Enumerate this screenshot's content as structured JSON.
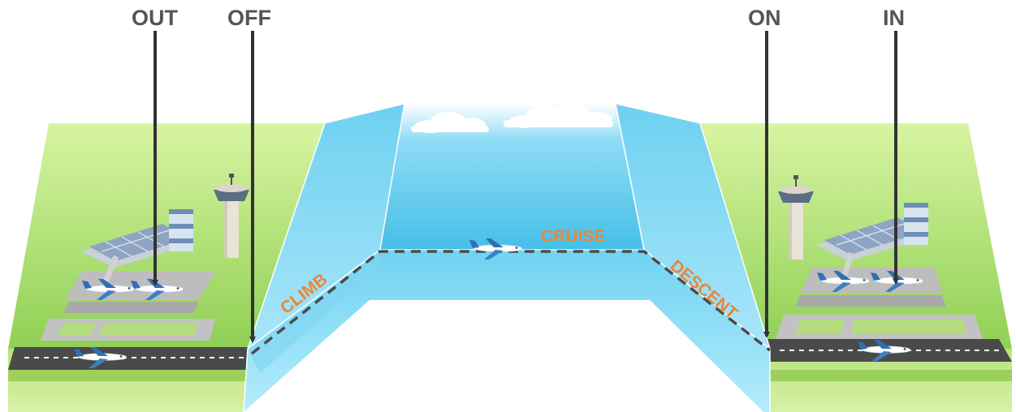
{
  "markers": {
    "out": "OUT",
    "off": "OFF",
    "on": "ON",
    "in": "IN"
  },
  "phases": {
    "climb": "CLIMB",
    "cruise": "CRUISE",
    "descent": "DESCENT"
  },
  "colors": {
    "grass": "#a6d96a",
    "grass_light": "#d4f29c",
    "sky": "#5cc8ec",
    "sky_light": "#9fe0f7",
    "runway": "#4a4a4a",
    "apron": "#b9b9b9",
    "arrow": "#333333",
    "marker_text": "#555555",
    "phase_text": "#e8873a"
  },
  "icons": [
    "airplane-icon",
    "control-tower-icon",
    "terminal-building-icon",
    "cloud-icon"
  ]
}
